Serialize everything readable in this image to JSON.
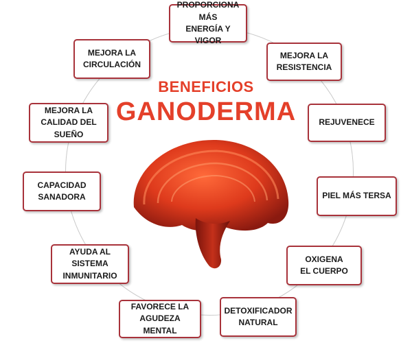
{
  "diagram": {
    "title_line1": "BENEFICIOS",
    "title_line2": "GANODERMA",
    "benefits": [
      "PROPORCIONA MÁS\nENERGÍA Y VIGOR",
      "MEJORA LA\nRESISTENCIA",
      "REJUVENECE",
      "PIEL MÁS TERSA",
      "OXIGENA\nEL CUERPO",
      "DETOXIFICADOR\nNATURAL",
      "FAVORECE LA\nAGUDEZA MENTAL",
      "AYUDA AL SISTEMA\nINMUNITARIO",
      "CAPACIDAD\nSANADORA",
      "MEJORA LA\nCALIDAD DEL SUEÑO",
      "MEJORA LA\nCIRCULACIÓN"
    ]
  },
  "colors": {
    "title": "#e4402a",
    "box_border": "#a8323a",
    "ring": "#c9c9c9",
    "mushroom": "#d6361c"
  }
}
